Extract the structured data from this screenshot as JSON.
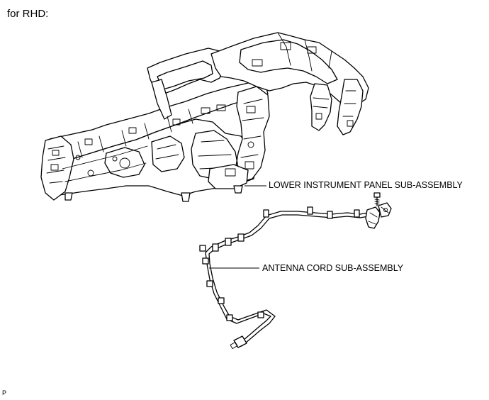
{
  "heading": "for RHD:",
  "callouts": {
    "lower_instrument_panel": "LOWER INSTRUMENT PANEL SUB-ASSEMBLY",
    "antenna_cord": "ANTENNA CORD SUB-ASSEMBLY"
  },
  "corner_mark": "P"
}
